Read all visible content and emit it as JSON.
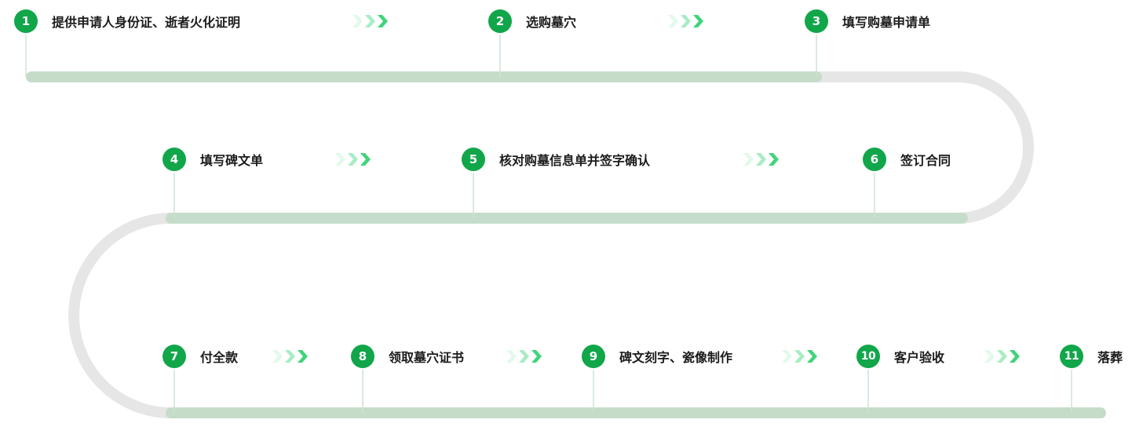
{
  "steps": [
    {
      "num": "1",
      "label": "提供申请人身份证、逝者火化证明"
    },
    {
      "num": "2",
      "label": "选购墓穴"
    },
    {
      "num": "3",
      "label": "填写购墓申请单"
    },
    {
      "num": "4",
      "label": "填写碑文单"
    },
    {
      "num": "5",
      "label": "核对购墓信息单并签字确认"
    },
    {
      "num": "6",
      "label": "签订合同"
    },
    {
      "num": "7",
      "label": "付全款"
    },
    {
      "num": "8",
      "label": "领取墓穴证书"
    },
    {
      "num": "9",
      "label": "碑文刻字、瓷像制作"
    },
    {
      "num": "10",
      "label": "客户验收"
    },
    {
      "num": "11",
      "label": "落葬"
    }
  ],
  "colors": {
    "badge": "#11a64a",
    "track_done": "#c6dcca",
    "track_curve": "#e6e6e6",
    "connector": "#cfe3d3",
    "arrow": "#3fd47a"
  }
}
